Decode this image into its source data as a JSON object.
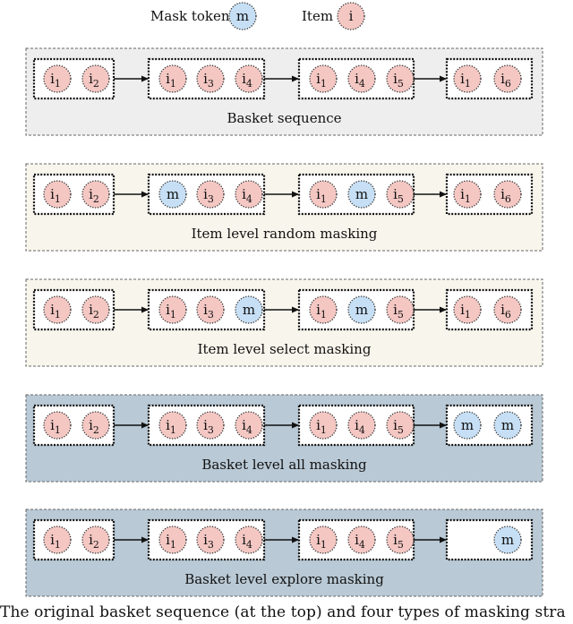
{
  "legend": {
    "mask_label": "Mask token",
    "mask_symbol": "m",
    "item_label": "Item",
    "item_symbol": "i"
  },
  "colors": {
    "item_fill": "#f4c7c3",
    "mask_fill": "#c6dff5",
    "panel_gray": "#eeeeee",
    "panel_cream": "#f8f5ec",
    "panel_blue": "#b9c9d5"
  },
  "panels": [
    {
      "label": "Basket sequence",
      "bg": "#eeeeee",
      "baskets": [
        [
          {
            "k": "i",
            "s": "1"
          },
          {
            "k": "i",
            "s": "2"
          }
        ],
        [
          {
            "k": "i",
            "s": "1"
          },
          {
            "k": "i",
            "s": "3"
          },
          {
            "k": "i",
            "s": "4"
          }
        ],
        [
          {
            "k": "i",
            "s": "1"
          },
          {
            "k": "i",
            "s": "4"
          },
          {
            "k": "i",
            "s": "5"
          }
        ],
        [
          {
            "k": "i",
            "s": "1"
          },
          {
            "k": "i",
            "s": "6"
          }
        ]
      ]
    },
    {
      "label": "Item level random masking",
      "bg": "#f8f5ec",
      "baskets": [
        [
          {
            "k": "i",
            "s": "1"
          },
          {
            "k": "i",
            "s": "2"
          }
        ],
        [
          {
            "k": "m"
          },
          {
            "k": "i",
            "s": "3"
          },
          {
            "k": "i",
            "s": "4"
          }
        ],
        [
          {
            "k": "i",
            "s": "1"
          },
          {
            "k": "m"
          },
          {
            "k": "i",
            "s": "5"
          }
        ],
        [
          {
            "k": "i",
            "s": "1"
          },
          {
            "k": "i",
            "s": "6"
          }
        ]
      ]
    },
    {
      "label": "Item level select masking",
      "bg": "#f8f5ec",
      "baskets": [
        [
          {
            "k": "i",
            "s": "1"
          },
          {
            "k": "i",
            "s": "2"
          }
        ],
        [
          {
            "k": "i",
            "s": "1"
          },
          {
            "k": "i",
            "s": "3"
          },
          {
            "k": "m"
          }
        ],
        [
          {
            "k": "i",
            "s": "1"
          },
          {
            "k": "m"
          },
          {
            "k": "i",
            "s": "5"
          }
        ],
        [
          {
            "k": "i",
            "s": "1"
          },
          {
            "k": "i",
            "s": "6"
          }
        ]
      ]
    },
    {
      "label": "Basket level all masking",
      "bg": "#b9c9d5",
      "baskets": [
        [
          {
            "k": "i",
            "s": "1"
          },
          {
            "k": "i",
            "s": "2"
          }
        ],
        [
          {
            "k": "i",
            "s": "1"
          },
          {
            "k": "i",
            "s": "3"
          },
          {
            "k": "i",
            "s": "4"
          }
        ],
        [
          {
            "k": "i",
            "s": "1"
          },
          {
            "k": "i",
            "s": "4"
          },
          {
            "k": "i",
            "s": "5"
          }
        ],
        [
          {
            "k": "m"
          },
          {
            "k": "m"
          }
        ]
      ]
    },
    {
      "label": "Basket level explore masking",
      "bg": "#b9c9d5",
      "baskets": [
        [
          {
            "k": "i",
            "s": "1"
          },
          {
            "k": "i",
            "s": "2"
          }
        ],
        [
          {
            "k": "i",
            "s": "1"
          },
          {
            "k": "i",
            "s": "3"
          },
          {
            "k": "i",
            "s": "4"
          }
        ],
        [
          {
            "k": "i",
            "s": "1"
          },
          {
            "k": "i",
            "s": "4"
          },
          {
            "k": "i",
            "s": "5"
          }
        ],
        [
          {
            "k": "m"
          }
        ]
      ]
    }
  ],
  "caption": "The original basket sequence (at the top) and four types of masking stra"
}
